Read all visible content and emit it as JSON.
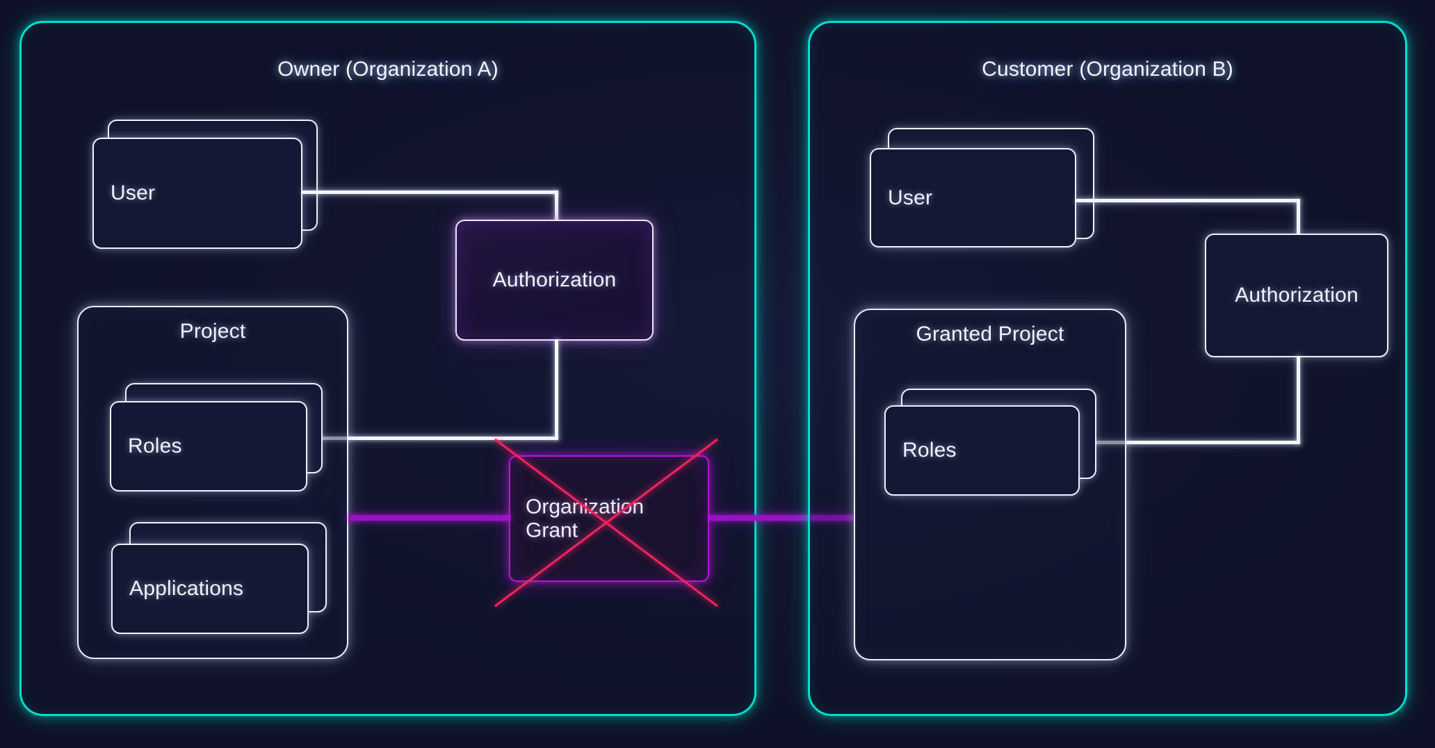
{
  "diagram": {
    "title": "Organization Grant deprecation diagram",
    "colors": {
      "background": "#0e1127",
      "container_border_cyan": "#00e0ce",
      "node_border_white": "#eef2fa",
      "connector_white": "#f4f6fb",
      "connector_purple": "#9b10c8",
      "grant_border_magenta": "#b417d6",
      "strike_red": "#f0225e",
      "text": "#f0f4fc"
    }
  },
  "organizations": [
    {
      "id": "owner",
      "title": "Owner (Organization A)",
      "nodes": {
        "user": "User",
        "authorization": "Authorization",
        "project_group": "Project",
        "roles": "Roles",
        "applications": "Applications"
      }
    },
    {
      "id": "customer",
      "title": "Customer (Organization B)",
      "nodes": {
        "user": "User",
        "authorization": "Authorization",
        "project_group": "Granted Project",
        "roles": "Roles"
      }
    }
  ],
  "grant": {
    "label": "Organization\nGrant",
    "struck_out": true,
    "strike_icon": "red-cross-strikethrough"
  }
}
